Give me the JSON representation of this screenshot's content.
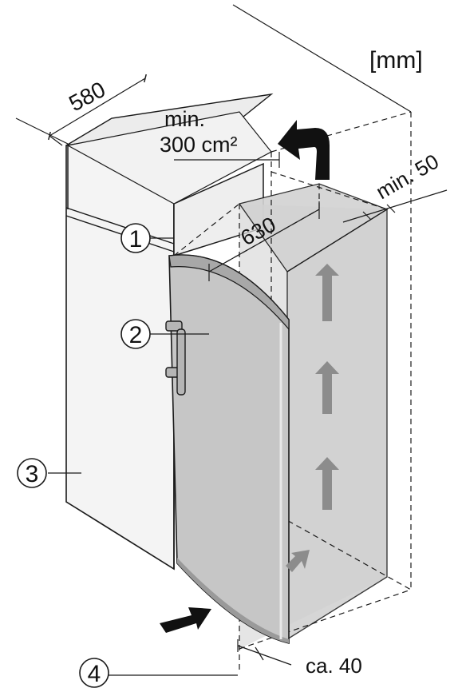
{
  "units_label": "[mm]",
  "dimensions": {
    "width_580": "580",
    "depth_630": "630",
    "ventilation_line1": "min.",
    "ventilation_line2": "300 cm²",
    "gap_top": "min. 50",
    "gap_bottom": "ca. 40"
  },
  "callouts": [
    "1",
    "2",
    "3",
    "4"
  ],
  "colors": {
    "line": "#1a1a1a",
    "panel_fill": "#e6e6e6",
    "door_fill": "#c8c8c8",
    "vent_zone_fill": "#d9d9d9",
    "airflow_arrow": "#8c8c8c",
    "heavy_arrow": "#111111"
  },
  "icons": {
    "exhaust_arrow": "curved-arrow-up-left-icon",
    "intake_arrow": "arrow-right-icon",
    "airflow": "arrow-up-icon"
  }
}
